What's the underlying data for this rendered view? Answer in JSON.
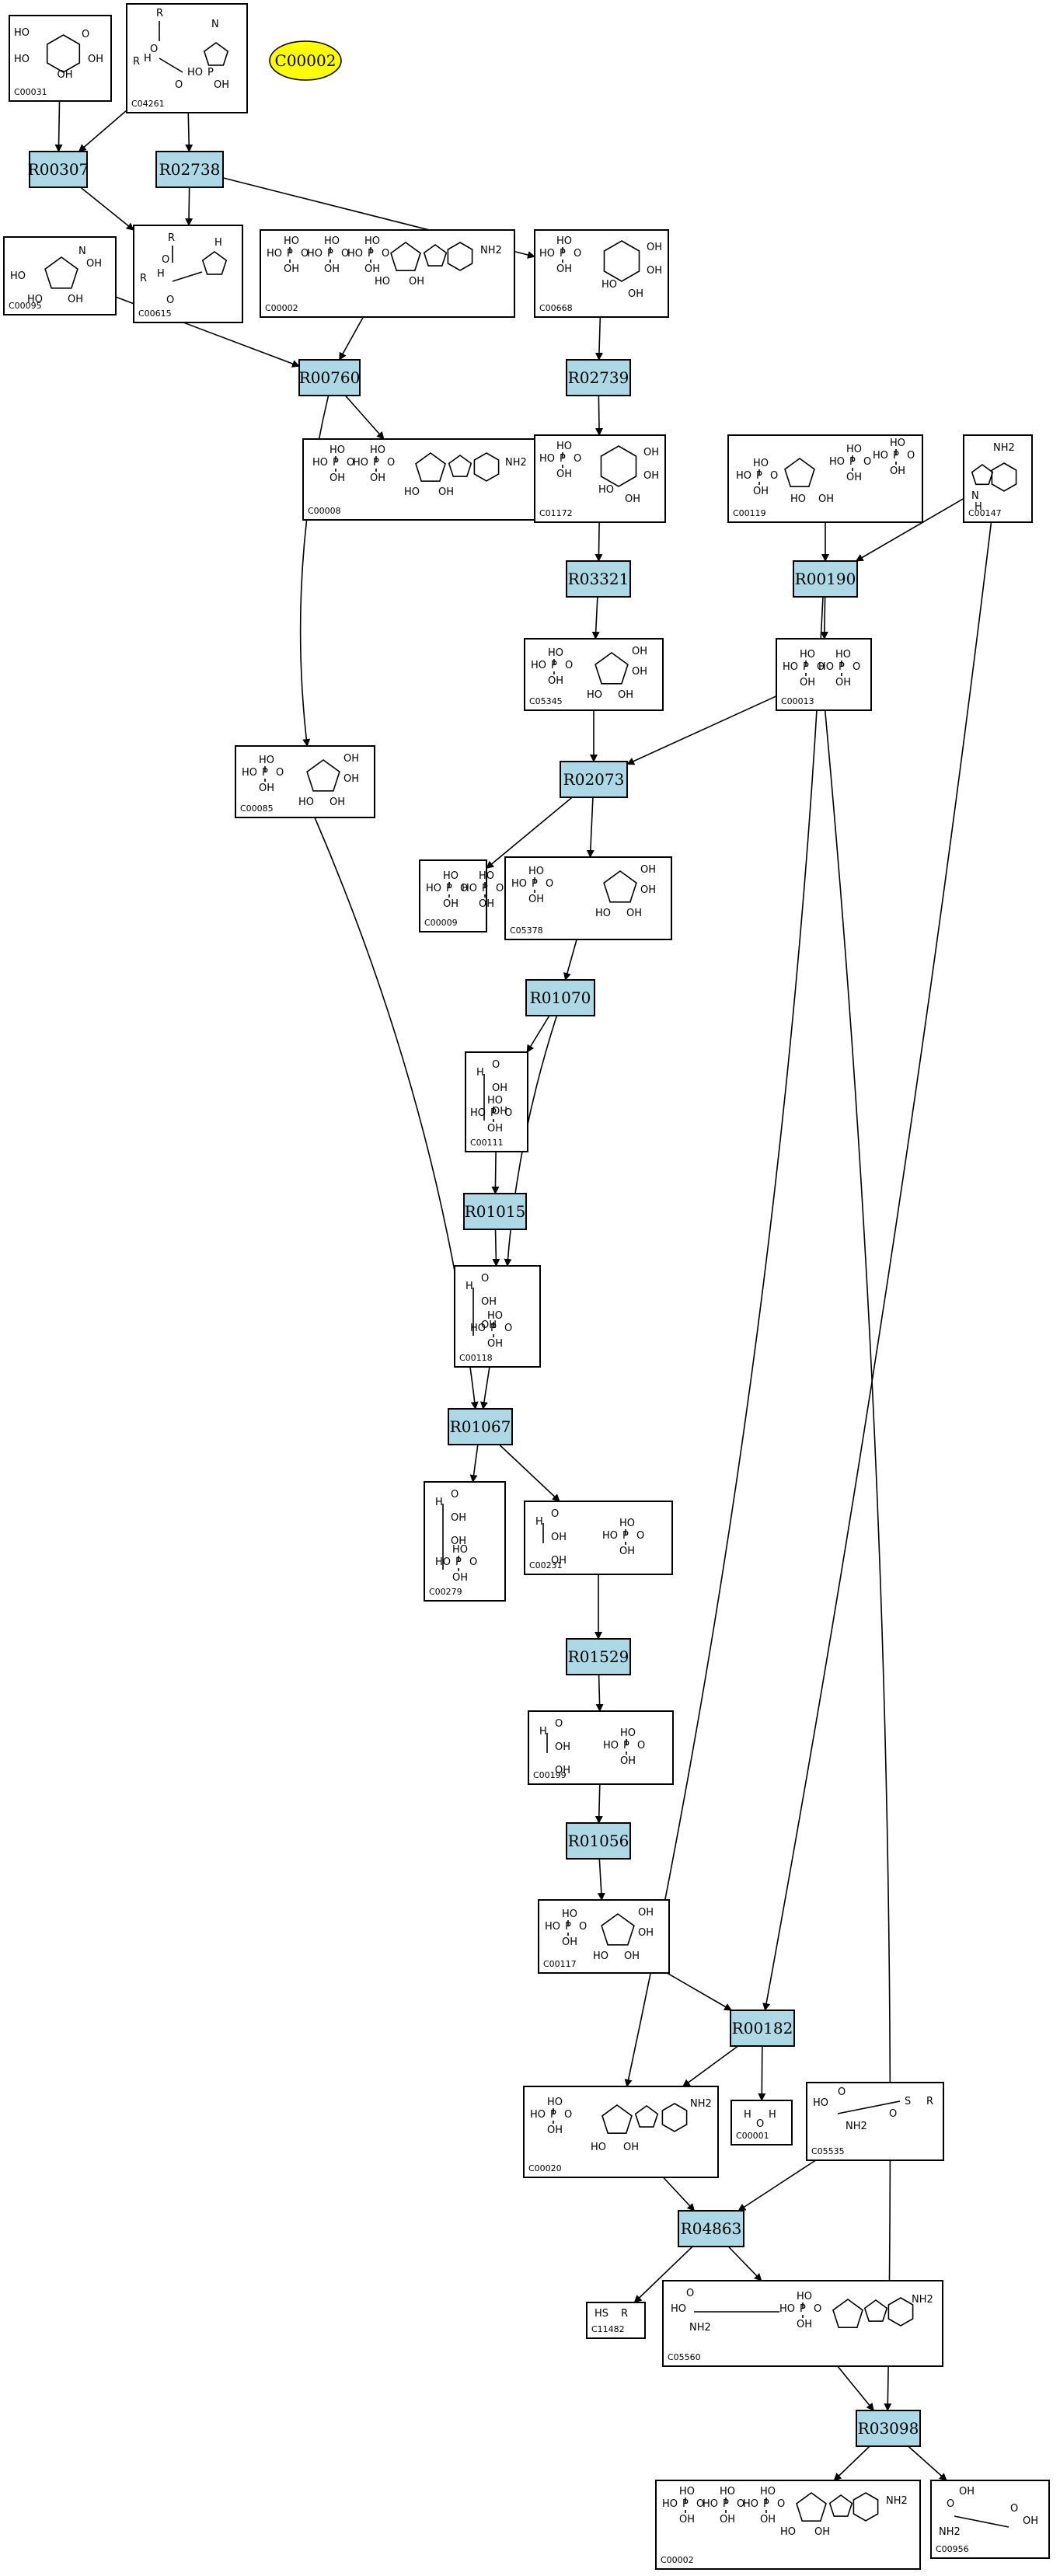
{
  "legend_compound": "C00002",
  "reactions": [
    "R00307",
    "R02738",
    "R00760",
    "R02739",
    "R03321",
    "R00190",
    "R02073",
    "R01070",
    "R01015",
    "R01067",
    "R01529",
    "R01056",
    "R00182",
    "R04863",
    "R03098"
  ],
  "compounds": [
    "C00031",
    "C04261",
    "C00095",
    "C00615",
    "C00002",
    "C00668",
    "C00008",
    "C01172",
    "C00119",
    "C00147",
    "C05345",
    "C00013",
    "C00085",
    "C00009",
    "C05378",
    "C00111",
    "C00118",
    "C00279",
    "C00231",
    "C00199",
    "C00117",
    "C00020",
    "C00001",
    "C05535",
    "C11482",
    "C05560",
    "C00002",
    "C00956"
  ],
  "edge_count": 56,
  "colors": {
    "reaction_fill": "#add8e6",
    "legend_fill": "#ffff00"
  },
  "mol": {
    "oh": "OH",
    "ho": "HO",
    "o": "O",
    "p": "P",
    "nh2": "NH2",
    "r": "R",
    "n": "N",
    "h": "H",
    "s": "S",
    "hs": "HS"
  }
}
